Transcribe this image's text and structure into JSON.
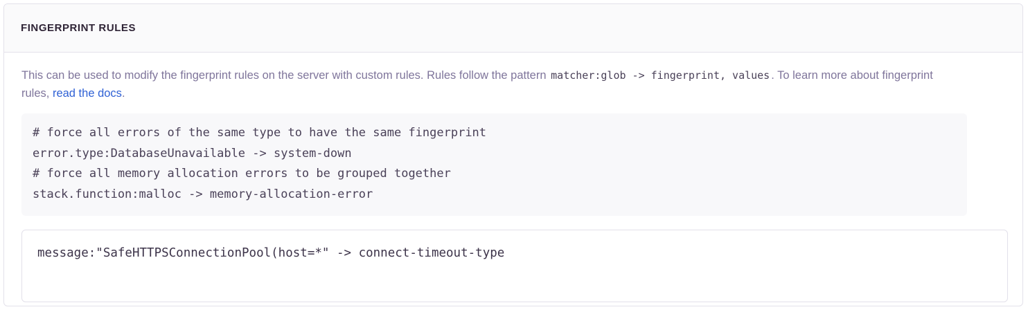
{
  "panel": {
    "title": "FINGERPRINT RULES",
    "description": {
      "before_code": "This can be used to modify the fingerprint rules on the server with custom rules. Rules follow the pattern",
      "inline_code": "matcher:glob -> fingerprint, values",
      "after_code": ". To learn more about fingerprint rules,",
      "link_text": "read the docs",
      "trailing": "."
    },
    "example_code": "# force all errors of the same type to have the same fingerprint\nerror.type:DatabaseUnavailable -> system-down\n# force all memory allocation errors to be grouped together\nstack.function:malloc -> memory-allocation-error",
    "rules_input": {
      "value": "message:\"SafeHTTPSConnectionPool(host=*\" -> connect-timeout-type",
      "placeholder": "matcher:glob -> fingerprint, values"
    }
  },
  "colors": {
    "panel_border": "#e3e1ea",
    "header_background": "#fafafb",
    "title_text": "#2f2436",
    "body_text": "#7f759b",
    "code_text": "#4a4158",
    "code_background": "#f8f8fa",
    "link": "#2f61d5",
    "input_border": "#e2e0ea",
    "input_text": "#3c3349"
  }
}
